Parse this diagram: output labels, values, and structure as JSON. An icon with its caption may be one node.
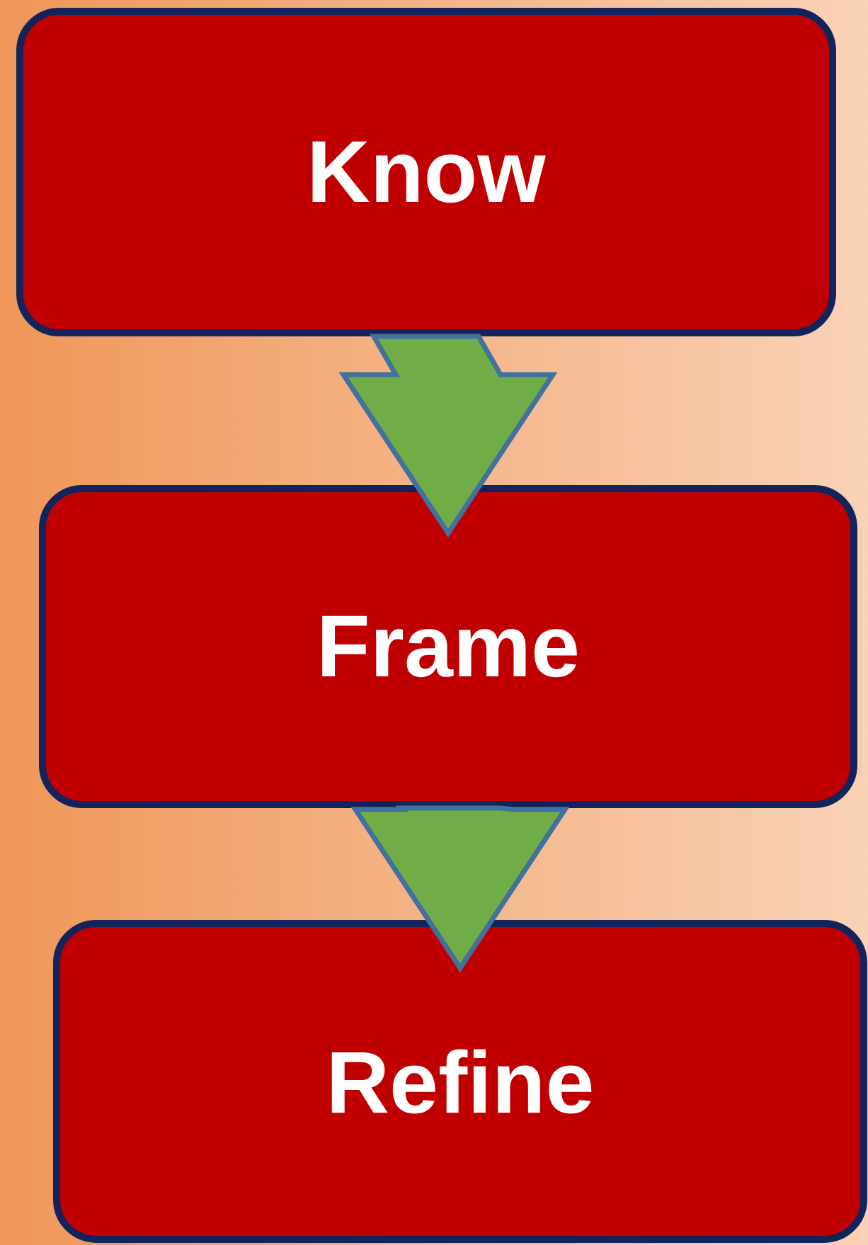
{
  "diagram": {
    "nodes": [
      {
        "text": [
          "Know"
        ]
      },
      {
        "text": [
          "Frame"
        ]
      },
      {
        "text": [
          "Refine"
        ]
      }
    ],
    "edges": [
      {
        "from": 0,
        "to": 1,
        "arrow": "to"
      },
      {
        "from": 1,
        "to": 2,
        "arrow": "to"
      }
    ]
  }
}
